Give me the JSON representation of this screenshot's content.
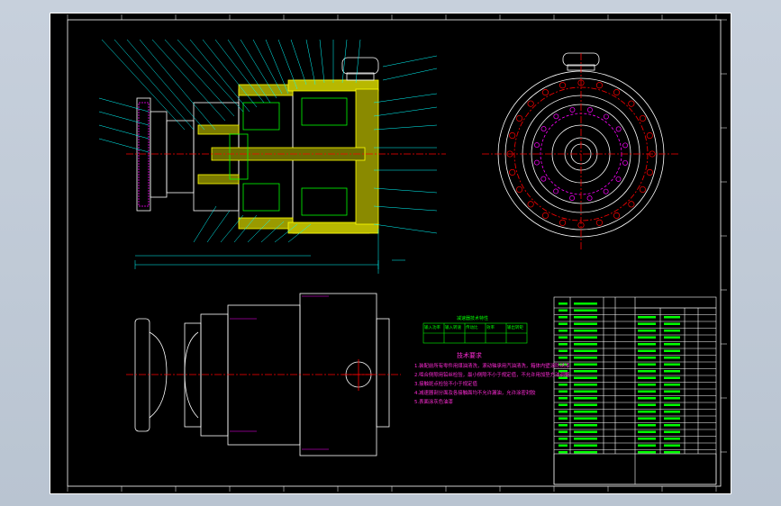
{
  "colors": {
    "background": "#000000",
    "frame": "#ffffff",
    "outline": "#ffffff",
    "dimension": "#00ffff",
    "hatch": "#ffff00",
    "annotation": "#ff00ff",
    "center_line": "#ff0000",
    "table_line": "#00ff00",
    "window_bg": "#b9c4d1"
  },
  "drawing": {
    "tech_requirements_title": "技术要求",
    "tech_requirements": [
      "1.装配前所有零件用煤油清洗，滚动轴承用汽油清洗，箱体内壁涂防锈漆",
      "2.啮合侧隙用铅丝检验，最小侧隙不小于规定值，不允许用加垫方法调整",
      "3.接触斑点检验不小于规定值",
      "4.减速器剖分面及各接触面均不允许漏油，允许涂密封胶",
      "5.表面涂灰色油漆"
    ],
    "param_table_title": "减速器技术特性",
    "param_table_headers": [
      "输入功率",
      "输入转速",
      "传动比",
      "效率",
      "输出转矩"
    ]
  }
}
